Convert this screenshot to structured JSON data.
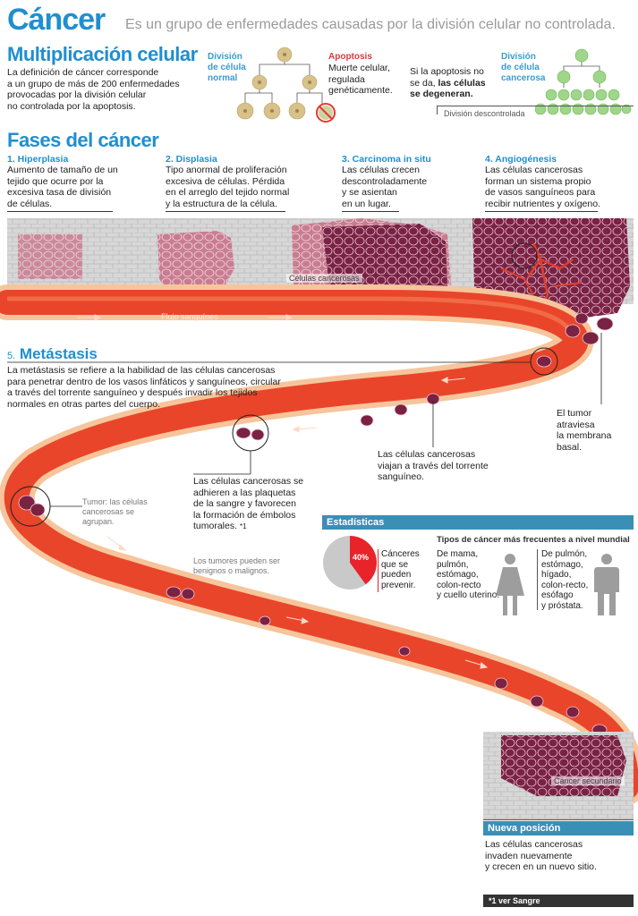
{
  "header": {
    "title": "Cáncer",
    "subtitle": "Es un grupo de enfermedades causadas por la división celular no controlada."
  },
  "multiplication": {
    "heading": "Multiplicación celular",
    "intro": [
      "La definición de cáncer corresponde",
      "a un grupo de más de 200 enfermedades",
      "provocadas por la división celular",
      "no controlada por la apoptosis."
    ],
    "normal_label": [
      "División",
      "de célula",
      "normal"
    ],
    "apoptosis_title": "Apoptosis",
    "apoptosis_text": [
      "Muerte celular,",
      "regulada",
      "genéticamente."
    ],
    "degenerate_text_a": "Si la apoptosis no",
    "degenerate_text_b": "se da,",
    "degenerate_bold": "las células",
    "degenerate_bold2": "se degeneran.",
    "cancer_label": [
      "División",
      "de célula",
      "cancerosa"
    ],
    "uncontrolled_label": "División descontrolada"
  },
  "phases": {
    "heading": "Fases del cáncer",
    "stages": [
      {
        "title": "1. Hiperplasia",
        "text": [
          "Aumento de tamaño de un",
          "tejido que ocurre por la",
          "excesiva tasa de división",
          "de células."
        ]
      },
      {
        "title": "2. Displasia",
        "text": [
          "Tipo anormal de proliferación",
          "excesiva de células. Pérdida",
          "en el arreglo del tejido normal",
          "y la estructura de la célula."
        ]
      },
      {
        "title": "3. Carcinoma in situ",
        "text": [
          "Las células crecen",
          "descontroladamente",
          "y se asientan",
          "en un lugar."
        ]
      },
      {
        "title": "4. Angiogénesis",
        "text": [
          "Las células cancerosas",
          "forman un sistema propio",
          "de vasos sanguíneos para",
          "recibir nutrientes y oxígeno."
        ]
      }
    ],
    "cancer_cells_tag": "Células cancerosas",
    "blood_flow_tag": "Flujo sanguíneo"
  },
  "metastasis": {
    "number": "5.",
    "title": "Metástasis",
    "text": [
      "La metástasis se refiere a la habilidad de las células cancerosas",
      "para penetrar dentro de los vasos linfáticos y sanguíneos, circular",
      "a través del torrente sanguíneo y después invadir los tejidos",
      "normales en otras partes del cuerpo."
    ],
    "tumor_crosses": [
      "El tumor",
      "atraviesa",
      "la membrana",
      "basal."
    ],
    "travel": [
      "Las células cancerosas",
      "viajan a través del torrente",
      "sanguíneo."
    ],
    "adhere": [
      "Las células cancerosas se",
      "adhieren a las plaquetas",
      "de la sangre y favorecen",
      "la formación de émbolos",
      "tumorales."
    ],
    "adhere_note": "*1",
    "tumor_group": [
      "Tumor: las células",
      "cancerosas se",
      "agrupan."
    ],
    "benign": [
      "Los tumores pueden ser",
      "benignos o malignos."
    ]
  },
  "stats": {
    "heading": "Estadísticas",
    "pie_percent": "40%",
    "pie_value": 40,
    "pie_text": [
      "Cánceres",
      "que se",
      "pueden",
      "prevenir."
    ],
    "frequent_title": "Tipos de cáncer más frecuentes a nivel mundial",
    "women": [
      "De mama,",
      "pulmón,",
      "estómago,",
      "colon-recto",
      "y cuello uterino."
    ],
    "men": [
      "De pulmón,",
      "estómago,",
      "hígado,",
      "colon-recto,",
      "esófago",
      "y próstata."
    ],
    "colors": {
      "pie_red": "#e8232a",
      "pie_gray": "#c9c9c9"
    }
  },
  "secondary": {
    "tag": "Cáncer secundario",
    "heading": "Nueva posición",
    "text": [
      "Las células cancerosas",
      "invaden nuevamente",
      "y crecen en un nuevo sitio."
    ]
  },
  "footer": {
    "note": "*1  ver Sangre"
  }
}
